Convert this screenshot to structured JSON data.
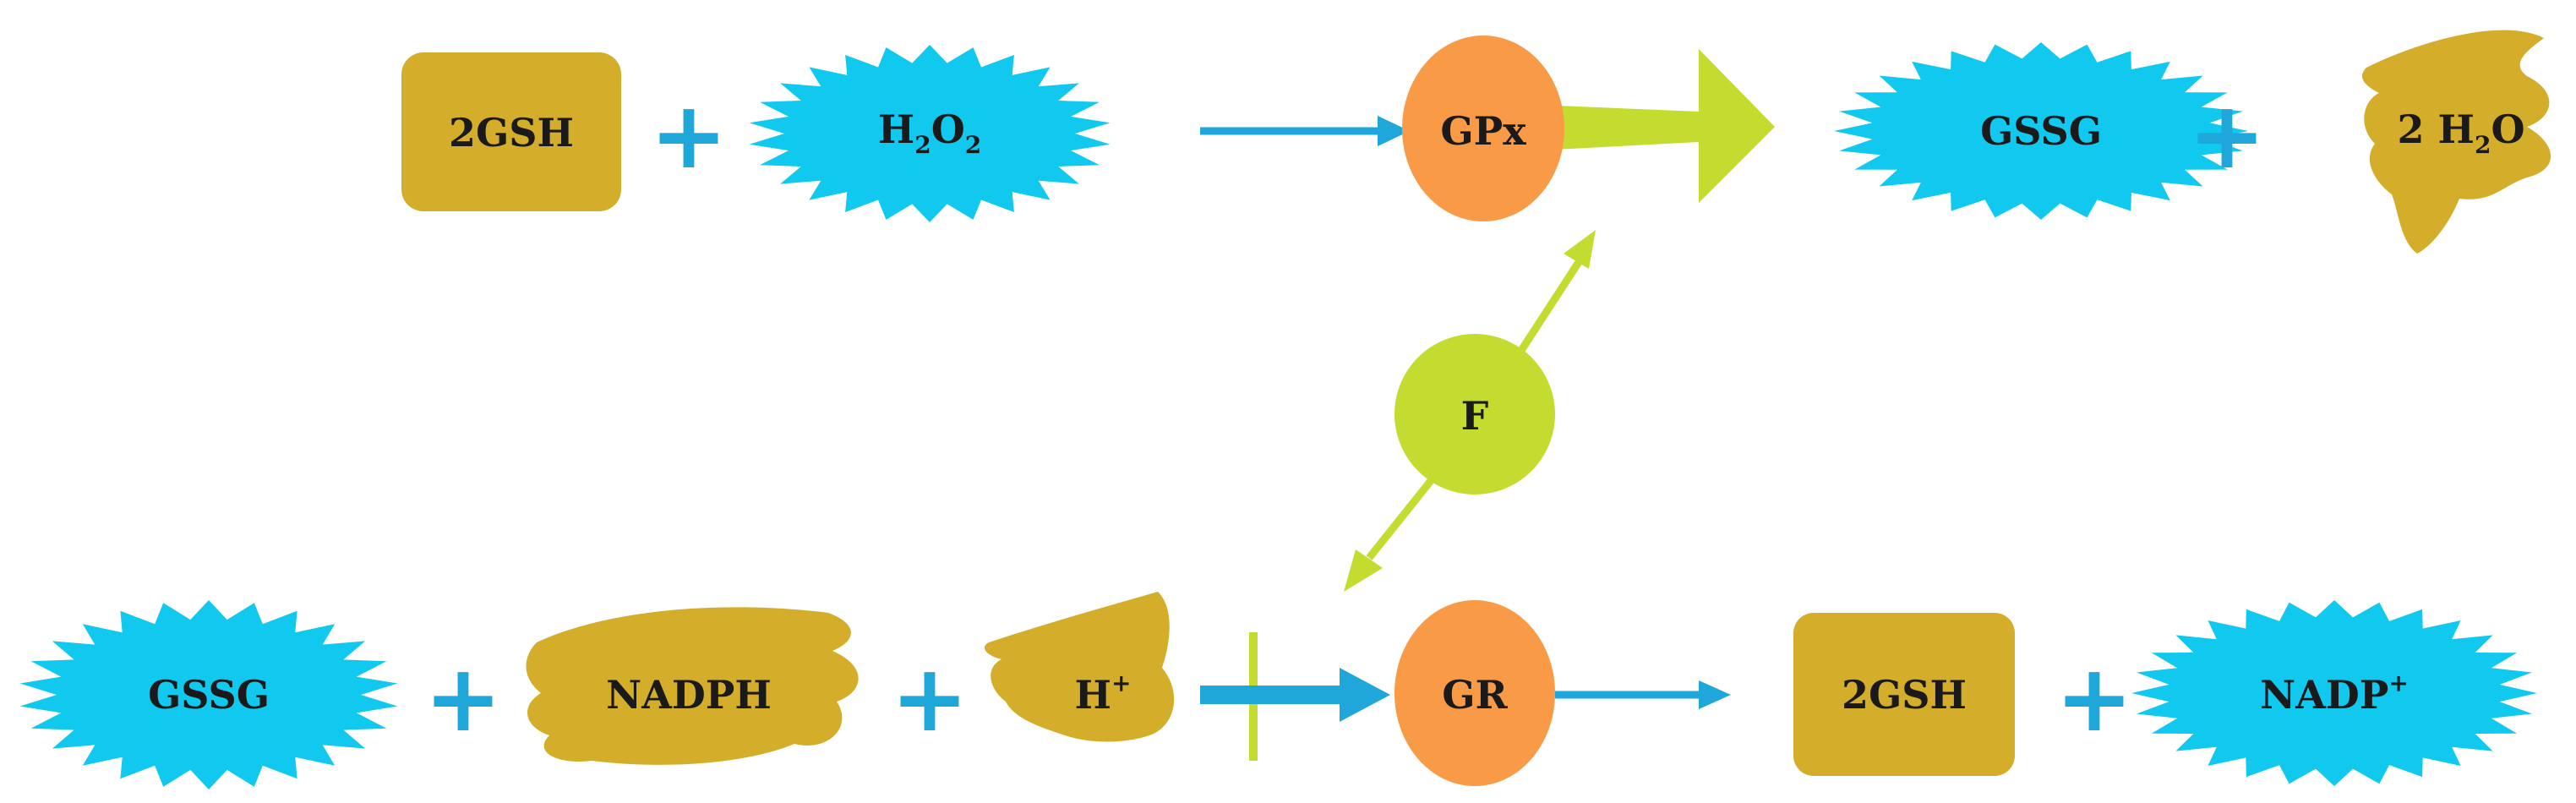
{
  "colors": {
    "tan": "#d4ad2b",
    "cyan": "#11c8ef",
    "orange": "#f99a46",
    "lime": "#c3dc2f",
    "blue": "#1ea7d8"
  },
  "top": {
    "reactant1": "2GSH",
    "plus1": "+",
    "reactant2": {
      "base1": "H",
      "sub1": "2",
      "base2": "O",
      "sub2": "2"
    },
    "enzyme": "GPx",
    "product1": "GSSG",
    "plus2": "+",
    "product2": {
      "base1": "2 H",
      "sub1": "2",
      "base2": "O"
    }
  },
  "middle": {
    "factor": "F"
  },
  "bottom": {
    "reactant1": "GSSG",
    "plus1": "+",
    "reactant2": "NADPH",
    "plus2": "+",
    "reactant3": {
      "base": "H",
      "sup": "+"
    },
    "enzyme": "GR",
    "product1": "2GSH",
    "plus3": "+",
    "product2": {
      "base": "NADP",
      "sup": "+"
    }
  }
}
